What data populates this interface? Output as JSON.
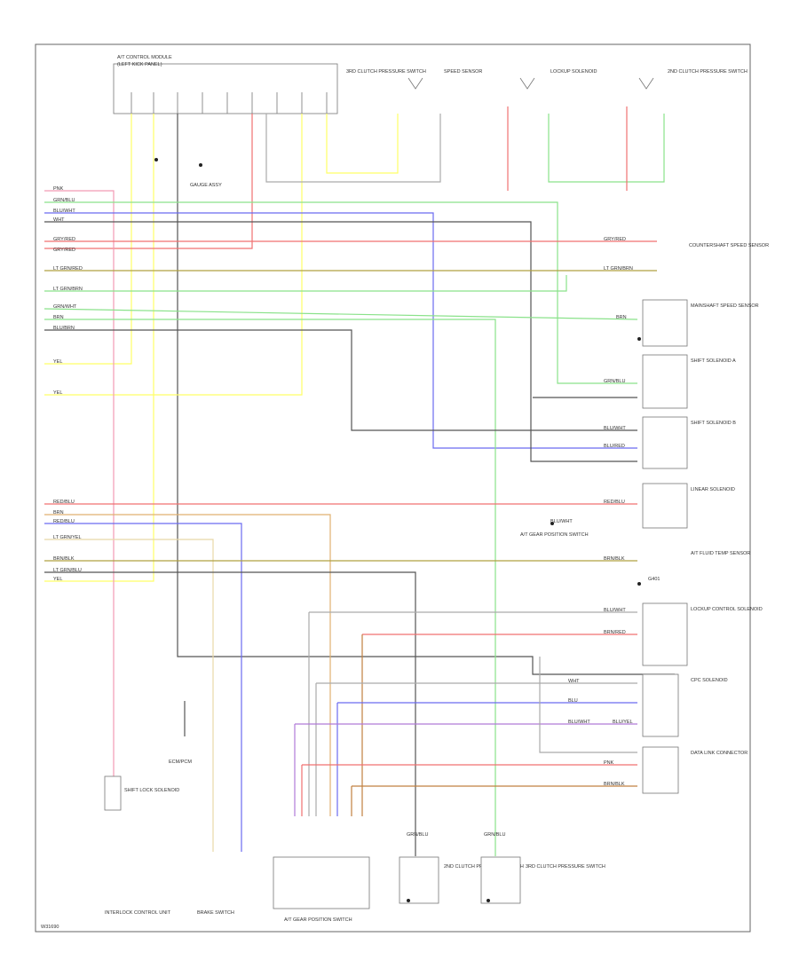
{
  "diagram": {
    "frame_code": "W31690",
    "colors": {
      "frame": "#666666",
      "component": "#777777",
      "text": "#333333",
      "wires": {
        "pink": "#f29ab5",
        "red": "#f07070",
        "yellow": "#ffff66",
        "green": "#8ae28a",
        "blue": "#6a6af0",
        "purple": "#b07ad8",
        "black": "#555555",
        "gray": "#aaaaaa",
        "olive": "#b0a040",
        "orange": "#e0b070",
        "brown": "#c08040",
        "tan": "#e8d8a8"
      }
    },
    "components": {
      "top_module": "A/T CONTROL MODULE",
      "top_module_sub": "(LEFT KICK PANEL)",
      "top_switch_1": "SPEED SENSOR",
      "top_switch_2": "LOCKUP SOLENOID",
      "top_switch_3": "2ND CLUTCH PRESSURE SWITCH",
      "top_switch_4": "3RD CLUTCH PRESSURE SWITCH",
      "gauge_assy": "GAUGE ASSY",
      "right_1": "COUNTERSHAFT SPEED SENSOR",
      "right_2": "MAINSHAFT SPEED SENSOR",
      "right_3": "SHIFT SOLENOID A",
      "right_4": "SHIFT SOLENOID B",
      "right_5": "LINEAR SOLENOID",
      "right_6": "A/T FLUID TEMP SENSOR",
      "mid_note": "A/T GEAR POSITION SWITCH",
      "right_7": "LOCKUP CONTROL SOLENOID",
      "right_8": "CPC SOLENOID",
      "right_9": "DATA LINK CONNECTOR",
      "right_10": "ECM/PCM",
      "shift_lock": "SHIFT LOCK SOLENOID",
      "brake_switch": "BRAKE SWITCH",
      "gear_switch": "A/T GEAR POSITION SWITCH",
      "interlock": "INTERLOCK CONTROL UNIT",
      "bottom_1": "2ND CLUTCH PRESSURE SWITCH",
      "bottom_2": "3RD CLUTCH PRESSURE SWITCH"
    },
    "wire_labels": {
      "w1": "PNK",
      "w2": "GRN/BLU",
      "w3": "BLU/WHT",
      "w4": "WHT",
      "w5": "GRY/RED",
      "w6": "GRY/RED",
      "w7": "LT GRN/RED",
      "w8": "LT GRN/BRN",
      "w9": "GRN/WHT",
      "w10": "BRN",
      "w11": "BLU/BRN",
      "w12": "YEL",
      "w13": "YEL",
      "w14": "RED/BLU",
      "w15": "BRN",
      "w16": "RED/BLU",
      "w17": "LT GRN/YEL",
      "w18": "BRN/BLK",
      "w19": "LT GRN/BLU",
      "w20": "YEL",
      "r1": "GRY/RED",
      "r2": "LT GRN/BRN",
      "r3": "BRN",
      "r4": "GRN/BLU",
      "r5": "BLU/WHT",
      "r6": "BLU/RED",
      "r7": "RED/BLU",
      "r8": "BRN/BLK",
      "r9": "BLU/WHT",
      "r10": "BRN/RED",
      "r11": "WHT",
      "r12": "BLU",
      "r13": "BLU/WHT",
      "r14": "BLU/YEL",
      "r15": "PNK",
      "r16": "BRN/BLK",
      "r17": "GRN/BLU",
      "r18": "GRN/BLU",
      "r19": "BLU/WHT",
      "gnd": "G401"
    }
  }
}
